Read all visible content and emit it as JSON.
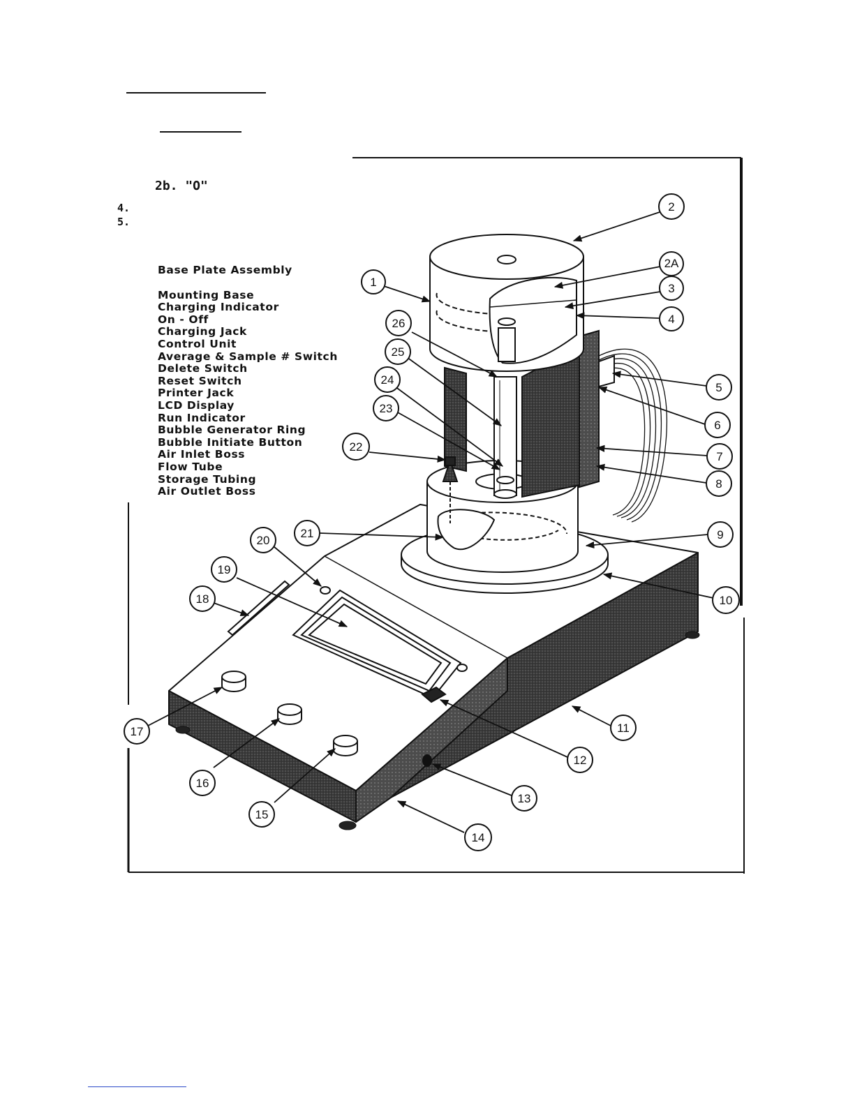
{
  "header_fragments": {
    "item_2b": "2b. \"O\"",
    "item_4": "4.",
    "item_5": "5."
  },
  "parts_list": [
    "Base Plate Assembly",
    "Mounting Base",
    "Charging Indicator",
    "On - Off",
    "Charging Jack",
    "Control Unit",
    "Average & Sample # Switch",
    "Delete Switch",
    "Reset Switch",
    "Printer Jack",
    "LCD Display",
    "Run Indicator",
    "Bubble Generator Ring",
    "Bubble Initiate Button",
    "Air Inlet Boss",
    "Flow Tube",
    "Storage Tubing",
    "Air Outlet Boss"
  ],
  "callouts": [
    "1",
    "2",
    "2A",
    "3",
    "4",
    "5",
    "6",
    "7",
    "8",
    "9",
    "10",
    "11",
    "12",
    "13",
    "14",
    "15",
    "16",
    "17",
    "18",
    "19",
    "20",
    "21",
    "22",
    "23",
    "24",
    "25",
    "26"
  ]
}
